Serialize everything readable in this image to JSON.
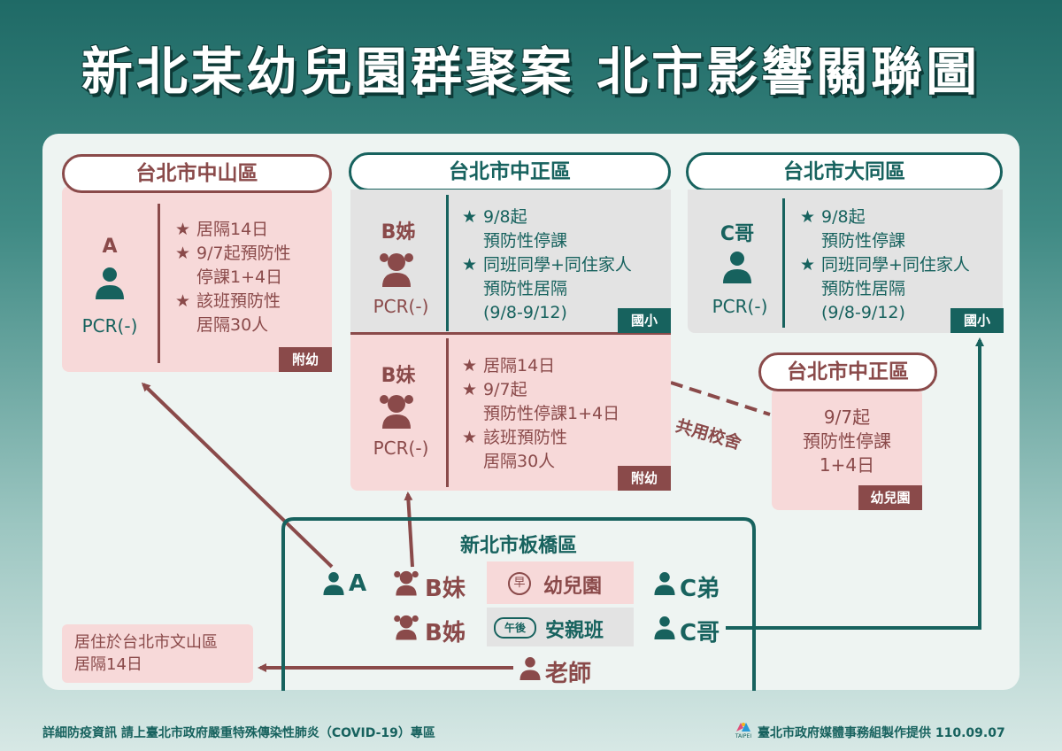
{
  "title": "新北某幼兒園群聚案 北市影響關聯圖",
  "zhongshan": {
    "header": "台北市中山區",
    "person": "A",
    "pcr": "PCR(-)",
    "items": [
      [
        "居隔14日"
      ],
      [
        "9/7起預防性",
        "停課1+4日"
      ],
      [
        "該班預防性",
        "居隔30人"
      ]
    ],
    "badge": "附幼"
  },
  "zhongzheng": {
    "header": "台北市中正區",
    "top": {
      "person": "B姊",
      "pcr": "PCR(-)",
      "items": [
        [
          "9/8起",
          "預防性停課"
        ],
        [
          "同班同學+同住家人",
          "預防性居隔",
          "(9/8-9/12)"
        ]
      ],
      "badge": "國小"
    },
    "bottom": {
      "person": "B妹",
      "pcr": "PCR(-)",
      "items": [
        [
          "居隔14日"
        ],
        [
          "9/7起",
          "預防性停課1+4日"
        ],
        [
          "該班預防性",
          "居隔30人"
        ]
      ],
      "badge": "附幼"
    }
  },
  "datong": {
    "header": "台北市大同區",
    "person": "C哥",
    "pcr": "PCR(-)",
    "items": [
      [
        "9/8起",
        "預防性停課"
      ],
      [
        "同班同學+同住家人",
        "預防性居隔",
        "(9/8-9/12)"
      ]
    ],
    "badge": "國小"
  },
  "zhongzheng2": {
    "header": "台北市中正區",
    "lines": [
      "9/7起",
      "預防性停課",
      "1+4日"
    ],
    "badge": "幼兒園",
    "shared_label": "共用校舍"
  },
  "banqiao": {
    "header": "新北市板橋區",
    "people": {
      "a": "A",
      "b_mei": "B妹",
      "b_jie": "B姊",
      "c_di": "C弟",
      "c_ge": "C哥",
      "teacher": "老師"
    },
    "morning_tag": "早",
    "morning_label": "幼兒園",
    "afternoon_tag": "午後",
    "afternoon_label": "安親班"
  },
  "wenshan": {
    "lines": [
      "居住於台北市文山區",
      "居隔14日"
    ]
  },
  "footer": {
    "left": "詳細防疫資訊 請上臺北市政府嚴重特殊傳染性肺炎（COVID-19）專區",
    "logo_text": "TAIPEI",
    "right": "臺北市政府媒體事務組製作提供 110.09.07"
  },
  "colors": {
    "teal": "#17625e",
    "red": "#8a4a4a",
    "pink": "#f7d9d9",
    "gray": "#e3e3e3"
  }
}
